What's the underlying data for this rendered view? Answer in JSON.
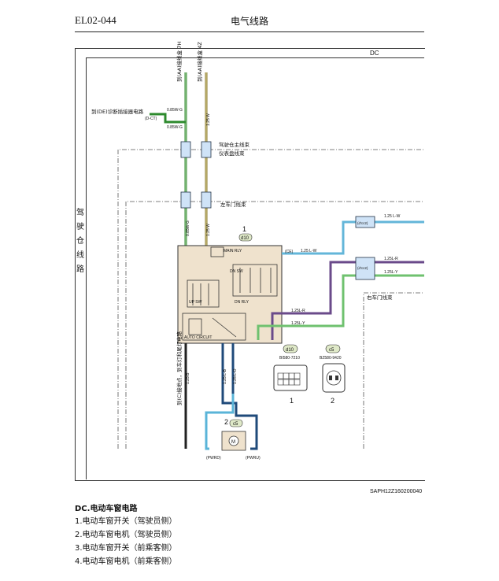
{
  "header": {
    "code": "EL02-044",
    "title": "电气线路"
  },
  "section_code": "DC",
  "sidebar_label": [
    "驾",
    "驶",
    "仓",
    "线",
    "路"
  ],
  "reference_code": "SAPH12Z160200040",
  "caption": "DC.电动车窗电路",
  "legend": [
    "1.电动车窗开关（驾驶员侧）",
    "2.电动车窗电机（驾驶员侧）",
    "3.电动车窗开关（前乘客侧）",
    "4.电动车窗电机（前乘客侧）"
  ],
  "diagram": {
    "top_ref_1": "到(AA)接线盒 7H",
    "top_ref_2": "到(AA)接线盒 4Z",
    "diag_ref": "到(DE)诊断插接器电路",
    "harness_main": "驾驶仓主线束",
    "harness_dash": "仪表盘线束",
    "harness_left_door": "左车门线束",
    "harness_right_door": "右车门线束",
    "ground_ref": "到(C)接地点，到车灯和尾灯电路",
    "switch_num": "1",
    "switch_connector": "d10",
    "motor_num": "2",
    "motor_connector": "c5",
    "motor_symbol": "M",
    "motor_pwr_down": "(PWRD)",
    "motor_pwr_up": "(PWRU)",
    "conn_d10_part": "BI580-7210",
    "conn_c5_part": "BZ580-9420",
    "conn_fig1": "1",
    "conn_fig2": "2",
    "label_main_rly": "MAIN RLY",
    "label_up_sw": "UP SW",
    "label_dn_sw": "DN SW",
    "label_dn_rly": "DN RLY",
    "label_auto_circuit": "AUTO CIRCUIT",
    "wire_085_wg": "0.85W-G",
    "wire_125_w": "1.25 W",
    "wire_125_lw": "1.25 L-W",
    "wire_125_lr": "1.25L-R",
    "wire_125_ly": "1.25L-Y",
    "wire_125_b": "1.25 B",
    "wire_125_lb": "1.25 L-B",
    "wire_125_lo": "1.25 L-O",
    "conn_d_ct": "(D-CT)",
    "conn_ce": "(CE)",
    "conn_dlc": "(d'cc2)"
  }
}
